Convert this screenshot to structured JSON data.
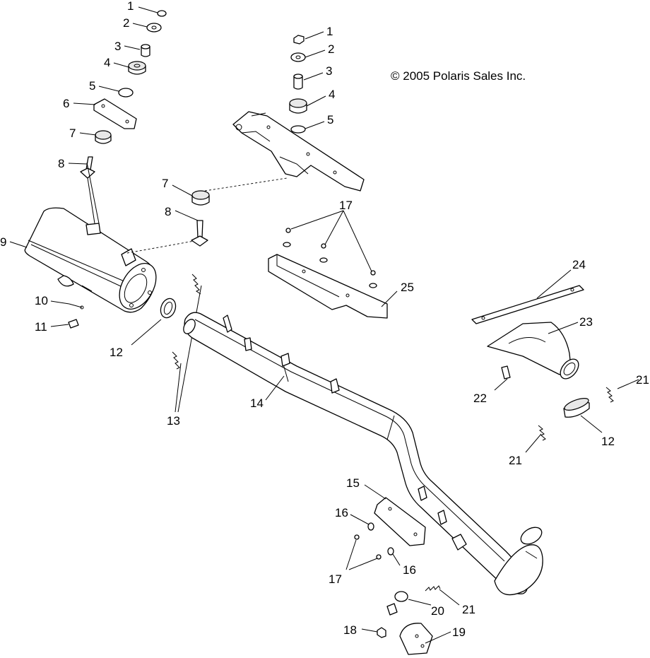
{
  "copyright": "© 2005 Polaris Sales Inc.",
  "callouts": [
    {
      "id": "c-1a",
      "text": "1"
    },
    {
      "id": "c-2a",
      "text": "2"
    },
    {
      "id": "c-3a",
      "text": "3"
    },
    {
      "id": "c-4a",
      "text": "4"
    },
    {
      "id": "c-5a",
      "text": "5"
    },
    {
      "id": "c-6",
      "text": "6"
    },
    {
      "id": "c-7a",
      "text": "7"
    },
    {
      "id": "c-8a",
      "text": "8"
    },
    {
      "id": "c-9",
      "text": "9"
    },
    {
      "id": "c-10",
      "text": "10"
    },
    {
      "id": "c-11",
      "text": "11"
    },
    {
      "id": "c-12a",
      "text": "12"
    },
    {
      "id": "c-13",
      "text": "13"
    },
    {
      "id": "c-14",
      "text": "14"
    },
    {
      "id": "c-1b",
      "text": "1"
    },
    {
      "id": "c-2b",
      "text": "2"
    },
    {
      "id": "c-3b",
      "text": "3"
    },
    {
      "id": "c-4b",
      "text": "4"
    },
    {
      "id": "c-5b",
      "text": "5"
    },
    {
      "id": "c-7b",
      "text": "7"
    },
    {
      "id": "c-8b",
      "text": "8"
    },
    {
      "id": "c-17a",
      "text": "17"
    },
    {
      "id": "c-25",
      "text": "25"
    },
    {
      "id": "c-24",
      "text": "24"
    },
    {
      "id": "c-23",
      "text": "23"
    },
    {
      "id": "c-22",
      "text": "22"
    },
    {
      "id": "c-21a",
      "text": "21"
    },
    {
      "id": "c-12b",
      "text": "12"
    },
    {
      "id": "c-21b",
      "text": "21"
    },
    {
      "id": "c-15",
      "text": "15"
    },
    {
      "id": "c-16a",
      "text": "16"
    },
    {
      "id": "c-16b",
      "text": "16"
    },
    {
      "id": "c-17b",
      "text": "17"
    },
    {
      "id": "c-18",
      "text": "18"
    },
    {
      "id": "c-19",
      "text": "19"
    },
    {
      "id": "c-20",
      "text": "20"
    },
    {
      "id": "c-21c",
      "text": "21"
    }
  ]
}
